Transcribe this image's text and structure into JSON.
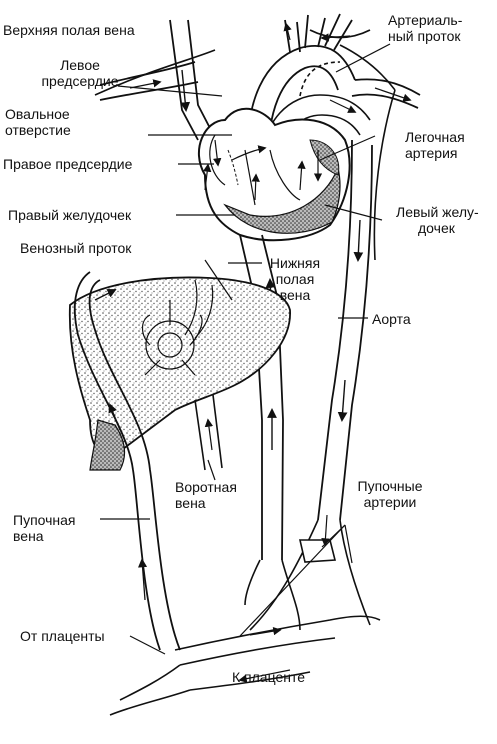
{
  "labels": {
    "svc": "Верхняя полая вена",
    "la_1": "Левое",
    "la_2": "предсердие",
    "fo_1": "Овальное",
    "fo_2": "отверстие",
    "ra": "Правое предсердие",
    "rv": "Правый желудочек",
    "dv": "Венозный проток",
    "da_1": "Артериаль-",
    "da_2": "ный проток",
    "pa_1": "Легочная",
    "pa_2": "артерия",
    "lv_1": "Левый желу-",
    "lv_2": "дочек",
    "ivc_1": "Нижняя",
    "ivc_2": "полая",
    "ivc_3": "вена",
    "aorta": "Аорта",
    "portal_1": "Воротная",
    "portal_2": "вена",
    "uv_1": "Пупочная",
    "uv_2": "вена",
    "ua_1": "Пупочные",
    "ua_2": "артерии",
    "from_placenta": "От плаценты",
    "to_placenta": "К плаценте"
  }
}
